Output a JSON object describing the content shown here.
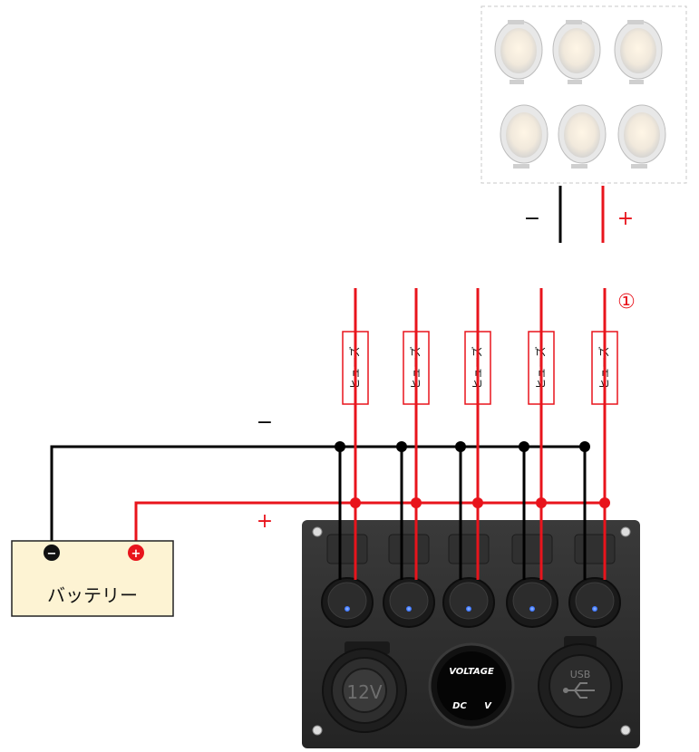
{
  "lights": {
    "minus_label": "−",
    "plus_label": "+"
  },
  "circuit": {
    "circuit_number": "①",
    "fuse_label": "ヒューズ",
    "fuse_count": 5,
    "bus_minus_label": "−",
    "bus_plus_label": "+"
  },
  "battery": {
    "label": "バッテリー",
    "neg_terminal": "−",
    "pos_terminal": "+"
  },
  "panel": {
    "socket_12v_label": "12V",
    "voltmeter_title": "VOLTAGE",
    "voltmeter_dc": "DC",
    "voltmeter_v": "V",
    "usb_label": "USB"
  },
  "colors": {
    "positive_wire": "#e8141c",
    "negative_wire": "#000000",
    "battery_fill": "#fdf3d3",
    "panel_fill": "#2b2b2b",
    "switch_led": "#2f6bff"
  }
}
